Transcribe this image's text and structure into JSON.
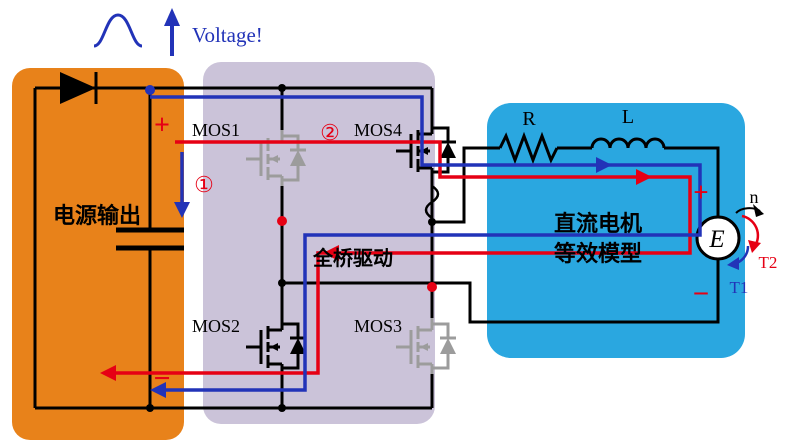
{
  "colors": {
    "power_block_orange": "#E8821A",
    "bridge_block_purple": "#CBC3D9",
    "motor_block_blue": "#2AA7E0",
    "current_path_red": "#E60014",
    "current_path_blue": "#2233B8",
    "inactive_mosfet_gray": "#9C9C9C"
  },
  "annotations": {
    "voltage_label": "Voltage!",
    "path_marker_1": "①",
    "path_marker_2": "②"
  },
  "power_block": {
    "label": "电源输出",
    "positive_terminal": "+",
    "negative_terminal": "−"
  },
  "bridge_block": {
    "label": "全桥驱动",
    "mosfets": [
      {
        "label": "MOS1",
        "state": "inactive"
      },
      {
        "label": "MOS2",
        "state": "active"
      },
      {
        "label": "MOS3",
        "state": "inactive"
      },
      {
        "label": "MOS4",
        "state": "active"
      }
    ]
  },
  "motor_block": {
    "label_line1": "直流电机",
    "label_line2": "等效模型",
    "resistor_label": "R",
    "inductor_label": "L",
    "positive_terminal": "+",
    "negative_terminal": "−",
    "emf_label": "E",
    "speed_label": "n",
    "torque_label_1": "T1",
    "torque_label_2": "T2"
  }
}
